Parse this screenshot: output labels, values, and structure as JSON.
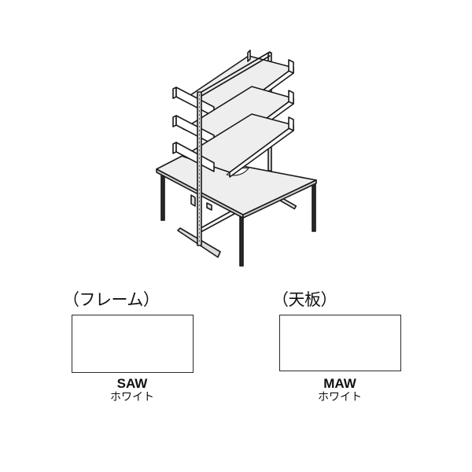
{
  "illustration": {
    "subject": "desk-with-shelving-unit",
    "colors": {
      "line": "#1a1a1a",
      "surface": "#eeeeee",
      "background": "#ffffff"
    }
  },
  "swatches": [
    {
      "heading": "（フレーム）",
      "code": "SAW",
      "name": "ホワイト",
      "color": "#ffffff"
    },
    {
      "heading": "（天板）",
      "code": "MAW",
      "name": "ホワイト",
      "color": "#ffffff"
    }
  ]
}
